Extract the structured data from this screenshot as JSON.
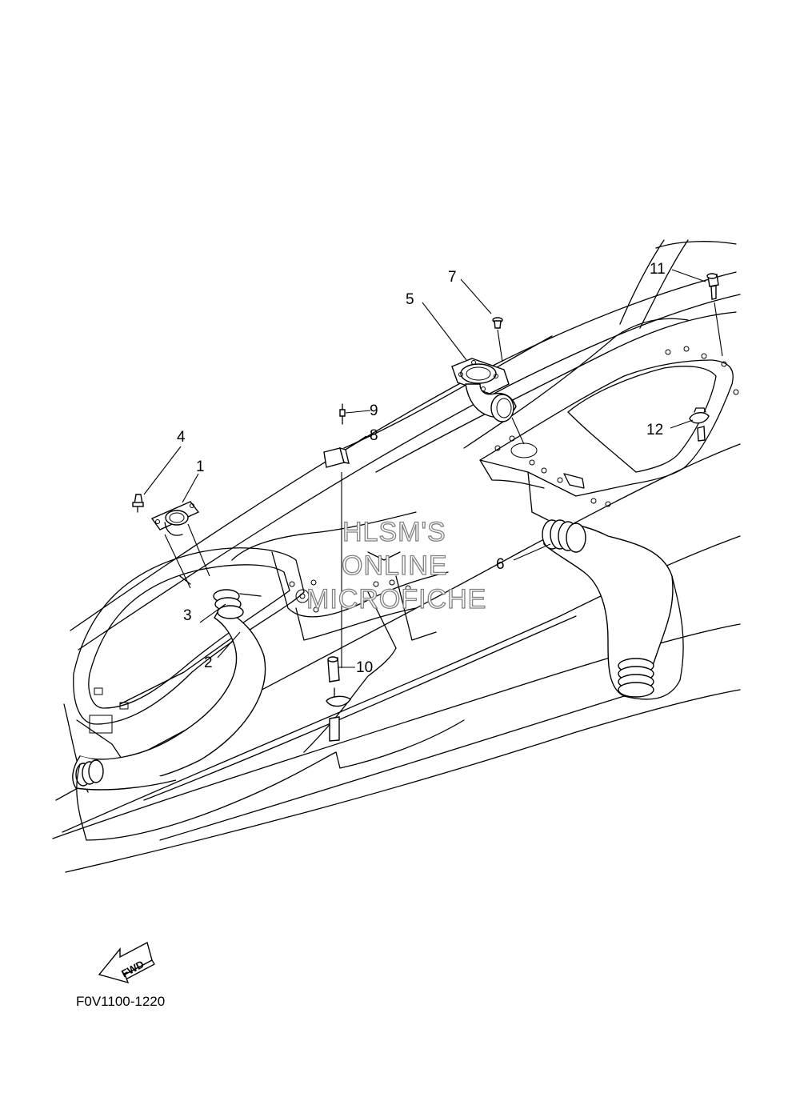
{
  "diagram": {
    "code": "F0V1100-1220",
    "fwd_label": "FWD",
    "watermark": [
      "HLSM'S",
      "ONLINE",
      "MICROFICHE"
    ],
    "callouts": [
      {
        "id": "1",
        "label": "1"
      },
      {
        "id": "2",
        "label": "2"
      },
      {
        "id": "3",
        "label": "3"
      },
      {
        "id": "4",
        "label": "4"
      },
      {
        "id": "5",
        "label": "5"
      },
      {
        "id": "6",
        "label": "6"
      },
      {
        "id": "7",
        "label": "7"
      },
      {
        "id": "8",
        "label": "8"
      },
      {
        "id": "9",
        "label": "9"
      },
      {
        "id": "10",
        "label": "10"
      },
      {
        "id": "11",
        "label": "11"
      },
      {
        "id": "12",
        "label": "12"
      }
    ]
  }
}
